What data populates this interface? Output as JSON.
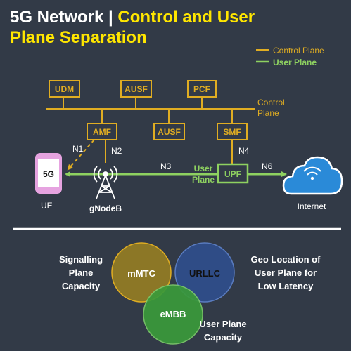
{
  "title": {
    "part1": "5G Network | ",
    "part2": "Control and User",
    "part3": "Plane Separation"
  },
  "legend": {
    "control": "Control Plane",
    "user": "User Plane"
  },
  "colors": {
    "background": "#323a47",
    "control_plane": "#e0ad22",
    "user_plane": "#8ed160",
    "highlight": "#ffe600",
    "phone": "#e6a3e0",
    "cloud": "#2a8ad8"
  },
  "nodes": {
    "udm": "UDM",
    "ausf_top": "AUSF",
    "pcf": "PCF",
    "amf": "AMF",
    "ausf_mid": "AUSF",
    "smf": "SMF",
    "upf": "UPF",
    "phone_label": "5G",
    "ue": "UE",
    "gnodeb": "gNodeB",
    "internet": "Internet"
  },
  "bus_label": [
    "Control",
    "Plane"
  ],
  "user_plane_label": [
    "User",
    "Plane"
  ],
  "interfaces": {
    "n1": "N1",
    "n2": "N2",
    "n3": "N3",
    "n4": "N4",
    "n6": "N6"
  },
  "venn": {
    "circles": [
      {
        "label": "mMTC",
        "color": "#8c7726"
      },
      {
        "label": "URLLC",
        "color": "#2f4c86"
      },
      {
        "label": "eMBB",
        "color": "#3a9a3a"
      }
    ],
    "annotations": {
      "left": [
        "Signalling",
        "Plane",
        "Capacity"
      ],
      "right": [
        "Geo Location of",
        "User Plane for",
        "Low Latency"
      ],
      "bottom": [
        "User Plane",
        "Capacity"
      ]
    }
  }
}
